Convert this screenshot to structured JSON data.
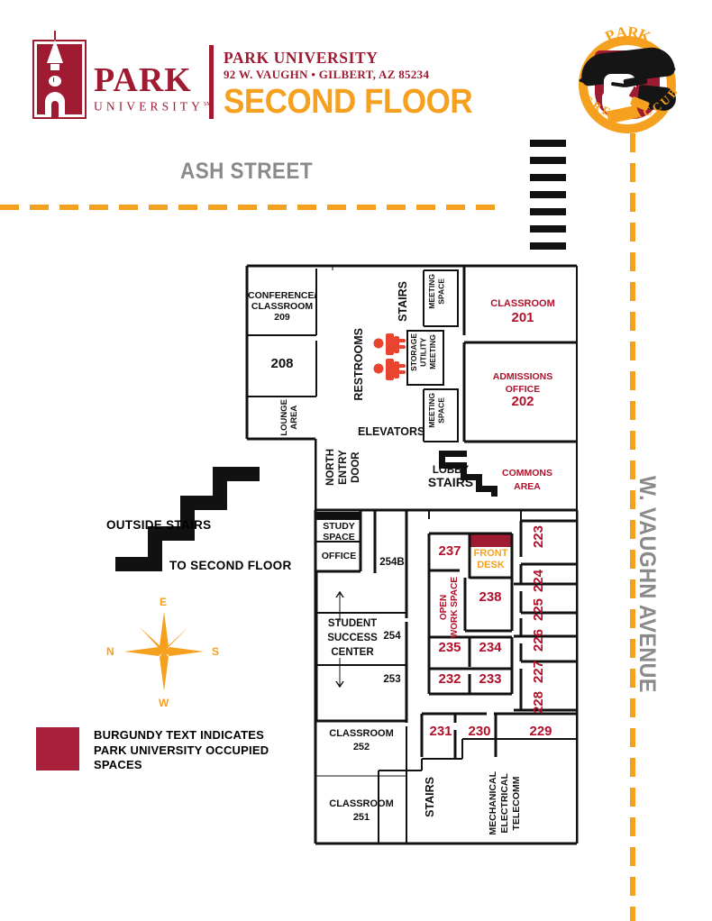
{
  "header": {
    "logo_name_main": "PARK",
    "logo_name_sub": "UNIVERSITY",
    "logo_tm": "SM",
    "university": "PARK UNIVERSITY",
    "address": "92 W. VAUGHN  •  GILBERT, AZ 85234",
    "floor_title": "SECOND FLOOR"
  },
  "mascot": {
    "top_text": "PARK",
    "bottom_text": "BUCCANEERS"
  },
  "streets": {
    "ash": "ASH STREET",
    "vaughn": "W. VAUGHN AVENUE"
  },
  "outside_stairs": {
    "line1": "OUTSIDE STAIRS",
    "line2": "TO SECOND FLOOR"
  },
  "compass": {
    "top": "E",
    "left": "N",
    "right": "S",
    "bottom": "W"
  },
  "legend": {
    "line1": "BURGUNDY TEXT INDICATES",
    "line2": "PARK UNIVERSITY OCCUPIED",
    "line3": "SPACES",
    "swatch_color": "#A8203A"
  },
  "colors": {
    "burgundy": "#9E1B32",
    "room_red": "#B0112B",
    "gold": "#F5A01E",
    "street_gray": "#8A8A8A",
    "black": "#111111"
  },
  "rooms": [
    {
      "id": "conference-classroom-209",
      "label": "CONFERENCE/\nCLASSROOM\n209",
      "color": "black"
    },
    {
      "id": "room-208",
      "label": "208",
      "color": "black"
    },
    {
      "id": "lounge-area",
      "label": "LOUNGE\nAREA",
      "color": "black"
    },
    {
      "id": "restrooms",
      "label": "RESTROOMS",
      "color": "black"
    },
    {
      "id": "stairs-north",
      "label": "STAIRS",
      "color": "black"
    },
    {
      "id": "storage-utility-meeting",
      "label": "STORAGE\nUTILITY\nMEETING",
      "color": "black"
    },
    {
      "id": "meeting-space-upper",
      "label": "MEETING\nSPACE",
      "color": "black"
    },
    {
      "id": "meeting-space-lower",
      "label": "MEETING\nSPACE",
      "color": "black"
    },
    {
      "id": "classroom-201",
      "label": "CLASSROOM\n201",
      "color": "red"
    },
    {
      "id": "admissions-office-202",
      "label": "ADMISSIONS\nOFFICE\n202",
      "color": "red"
    },
    {
      "id": "elevators",
      "label": "ELEVATORS",
      "color": "black"
    },
    {
      "id": "north-entry-door",
      "label": "NORTH\nENTRY\nDOOR",
      "color": "black"
    },
    {
      "id": "lobby-stairs",
      "label": "LOBBY\nSTAIRS",
      "color": "black"
    },
    {
      "id": "commons-area",
      "label": "COMMONS\nAREA",
      "color": "red"
    },
    {
      "id": "study-space",
      "label": "STUDY\nSPACE",
      "color": "black"
    },
    {
      "id": "office",
      "label": "OFFICE",
      "color": "black"
    },
    {
      "id": "room-254b",
      "label": "254B",
      "color": "black"
    },
    {
      "id": "student-success-center",
      "label": "STUDENT\nSUCCESS\nCENTER",
      "color": "black"
    },
    {
      "id": "room-254",
      "label": "254",
      "color": "black"
    },
    {
      "id": "room-253",
      "label": "253",
      "color": "black"
    },
    {
      "id": "classroom-252",
      "label": "CLASSROOM\n252",
      "color": "black"
    },
    {
      "id": "classroom-251",
      "label": "CLASSROOM\n251",
      "color": "black"
    },
    {
      "id": "room-237",
      "label": "237",
      "color": "red"
    },
    {
      "id": "front-desk",
      "label": "FRONT\nDESK",
      "color": "gold"
    },
    {
      "id": "room-238",
      "label": "238",
      "color": "red"
    },
    {
      "id": "open-work-space",
      "label": "OPEN\nWORK SPACE",
      "color": "red"
    },
    {
      "id": "room-235",
      "label": "235",
      "color": "red"
    },
    {
      "id": "room-234",
      "label": "234",
      "color": "red"
    },
    {
      "id": "room-232",
      "label": "232",
      "color": "red"
    },
    {
      "id": "room-233",
      "label": "233",
      "color": "red"
    },
    {
      "id": "room-231",
      "label": "231",
      "color": "red"
    },
    {
      "id": "room-230",
      "label": "230",
      "color": "red"
    },
    {
      "id": "room-229",
      "label": "229",
      "color": "red"
    },
    {
      "id": "room-223",
      "label": "223",
      "color": "red"
    },
    {
      "id": "room-224",
      "label": "224",
      "color": "red"
    },
    {
      "id": "room-225",
      "label": "225",
      "color": "red"
    },
    {
      "id": "room-226",
      "label": "226",
      "color": "red"
    },
    {
      "id": "room-227",
      "label": "227",
      "color": "red"
    },
    {
      "id": "room-228",
      "label": "228",
      "color": "red"
    },
    {
      "id": "stairs-south",
      "label": "STAIRS",
      "color": "black"
    },
    {
      "id": "mechanical-electrical-telecomm",
      "label": "MECHANICAL\nELECTRICAL\nTELECOMM",
      "color": "black"
    }
  ],
  "labels": {
    "conference_classroom_209_l1": "CONFERENCE/",
    "conference_classroom_209_l2": "CLASSROOM",
    "conference_classroom_209_l3": "209",
    "room_208": "208",
    "lounge_l1": "LOUNGE",
    "lounge_l2": "AREA",
    "restrooms": "RESTROOMS",
    "stairs_north": "STAIRS",
    "storage": "STORAGE",
    "utility": "UTILITY",
    "meeting": "MEETING",
    "meeting_space_u1": "MEETING",
    "meeting_space_u2": "SPACE",
    "meeting_space_l1": "MEETING",
    "meeting_space_l2": "SPACE",
    "classroom_201_l1": "CLASSROOM",
    "classroom_201_l2": "201",
    "admissions_l1": "ADMISSIONS",
    "admissions_l2": "OFFICE",
    "admissions_l3": "202",
    "elevators": "ELEVATORS",
    "north": "NORTH",
    "entry": "ENTRY",
    "door": "DOOR",
    "lobby": "LOBBY",
    "stairs_lobby": "STAIRS",
    "commons_l1": "COMMONS",
    "commons_l2": "AREA",
    "study_l1": "STUDY",
    "study_l2": "SPACE",
    "office": "OFFICE",
    "r254b": "254B",
    "ssc_l1": "STUDENT",
    "ssc_l2": "SUCCESS",
    "ssc_l3": "CENTER",
    "r254": "254",
    "r253": "253",
    "classroom_252_l1": "CLASSROOM",
    "classroom_252_l2": "252",
    "classroom_251_l1": "CLASSROOM",
    "classroom_251_l2": "251",
    "r237": "237",
    "front_l1": "FRONT",
    "front_l2": "DESK",
    "r238": "238",
    "ows_l1": "OPEN",
    "ows_l2": "WORK SPACE",
    "r235": "235",
    "r234": "234",
    "r232": "232",
    "r233": "233",
    "r231": "231",
    "r230": "230",
    "r229": "229",
    "r223": "223",
    "r224": "224",
    "r225": "225",
    "r226": "226",
    "r227": "227",
    "r228": "228",
    "stairs_south": "STAIRS",
    "mech_l1": "MECHANICAL",
    "mech_l2": "ELECTRICAL",
    "mech_l3": "TELECOMM"
  }
}
